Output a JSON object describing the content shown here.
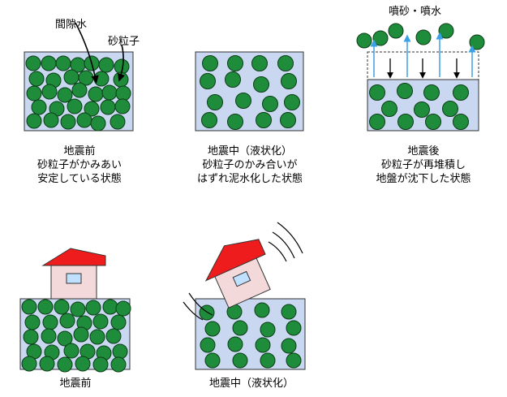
{
  "colors": {
    "box_fill": "#c9d7f1",
    "box_stroke": "#333333",
    "grain_fill": "#1f8c3c",
    "grain_stroke": "#0b3d16",
    "roof": "#ee1c1c",
    "house_wall": "#f3d9d9",
    "window": "#bfe0ff",
    "arrow_up": "#3aa0e8",
    "arrow_down": "#000000"
  },
  "labels": {
    "pore_water": "間隙水",
    "sand_grain": "砂粒子",
    "sand_eruption": "噴砂・噴水"
  },
  "captions": {
    "before": [
      "地震前",
      "砂粒子がかみあい",
      "安定している状態"
    ],
    "during": [
      "地震中（液状化）",
      "砂粒子のかみ合いが",
      "はずれ泥水化した状態"
    ],
    "after": [
      "地震後",
      "砂粒子が再堆積し",
      "地盤が沈下した状態"
    ],
    "house_before": "地震前",
    "house_during": "地震中（液状化）"
  }
}
